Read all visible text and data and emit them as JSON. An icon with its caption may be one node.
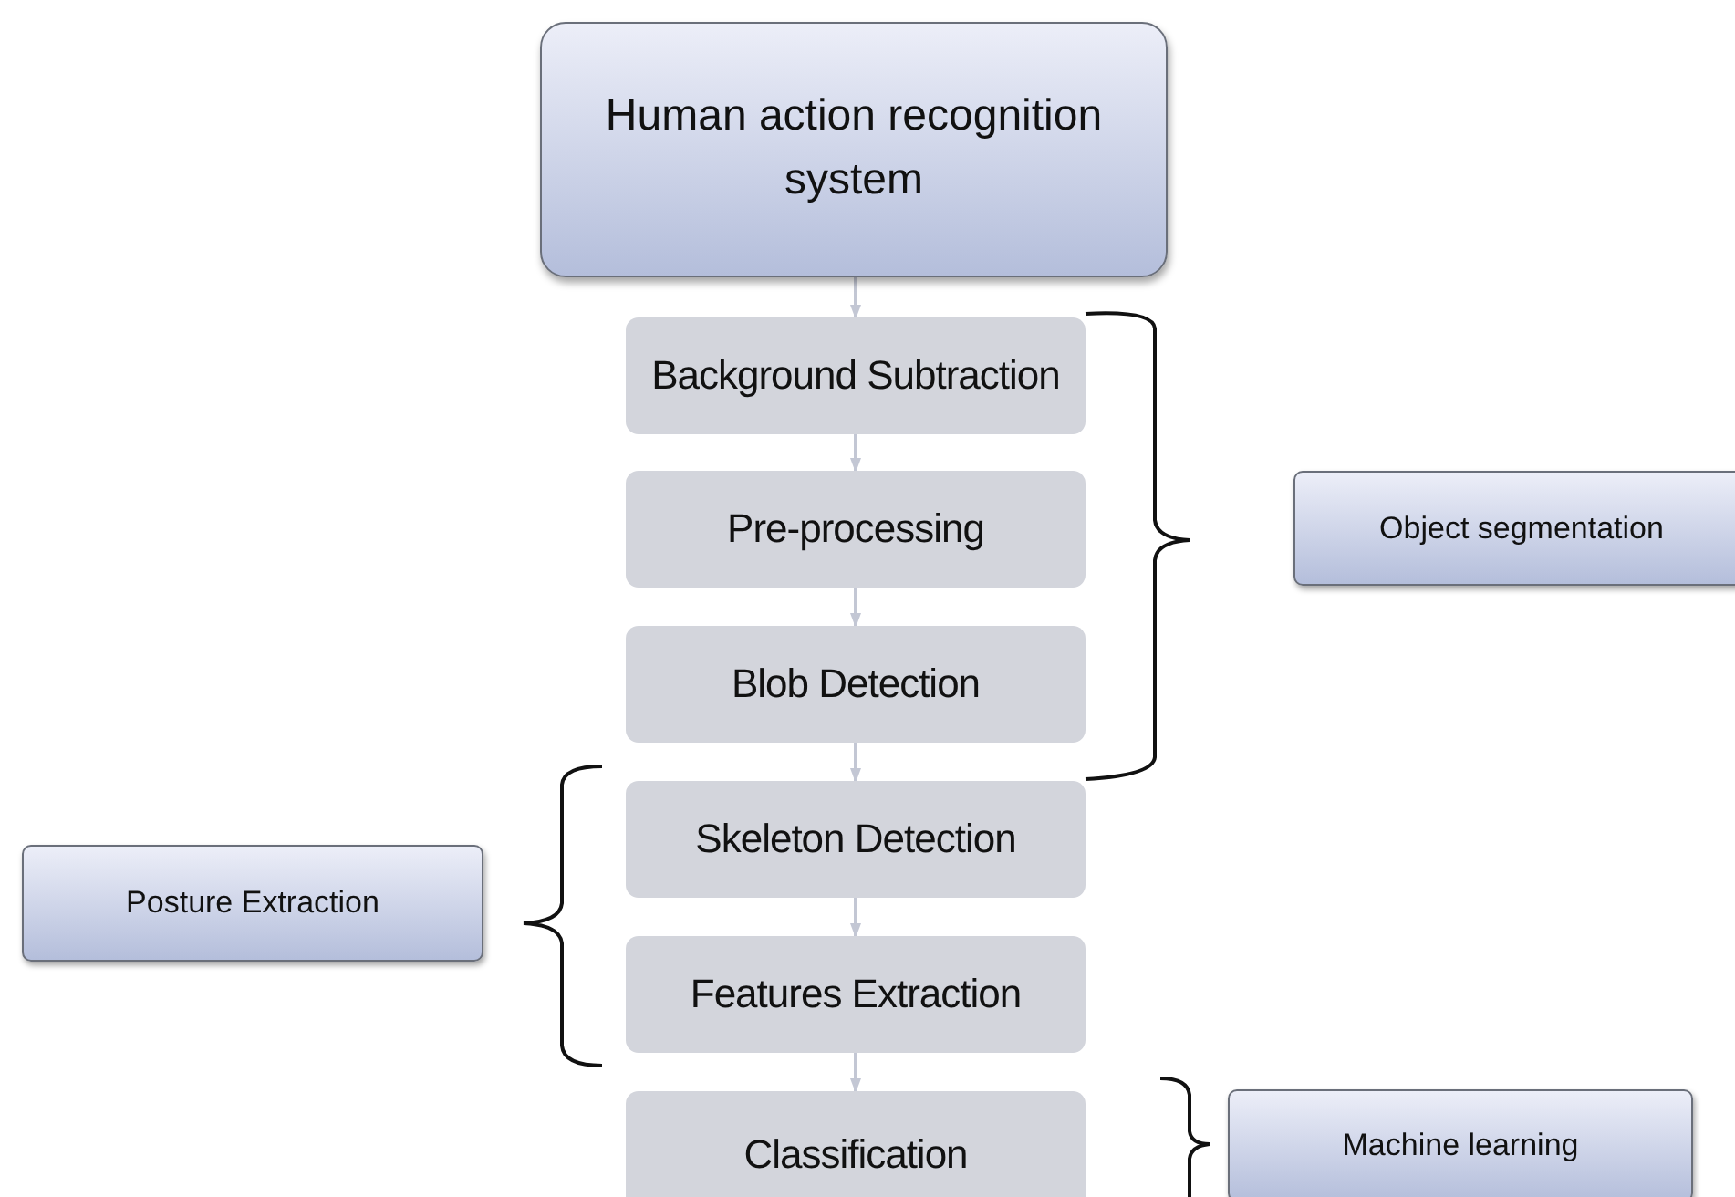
{
  "diagram": {
    "nodes": [
      {
        "text": [
          "Human action recognition system"
        ]
      },
      {
        "text": [
          "Background Subtraction"
        ]
      },
      {
        "text": [
          "Pre-processing"
        ]
      },
      {
        "text": [
          "Blob Detection"
        ]
      },
      {
        "text": [
          "Skeleton Detection"
        ]
      },
      {
        "text": [
          "Features Extraction"
        ]
      },
      {
        "text": [
          "Classification"
        ]
      },
      {
        "text": [
          "Object segmentation"
        ]
      },
      {
        "text": [
          "Posture Extraction"
        ]
      },
      {
        "text": [
          "Machine learning"
        ]
      }
    ],
    "edges": [
      {
        "from": 0,
        "to": 1,
        "arrow": "to"
      },
      {
        "from": 1,
        "to": 2,
        "arrow": "to"
      },
      {
        "from": 2,
        "to": 3,
        "arrow": "to"
      },
      {
        "from": 3,
        "to": 4,
        "arrow": "to"
      },
      {
        "from": 4,
        "to": 5,
        "arrow": "to"
      },
      {
        "from": 5,
        "to": 6,
        "arrow": "to"
      }
    ]
  }
}
